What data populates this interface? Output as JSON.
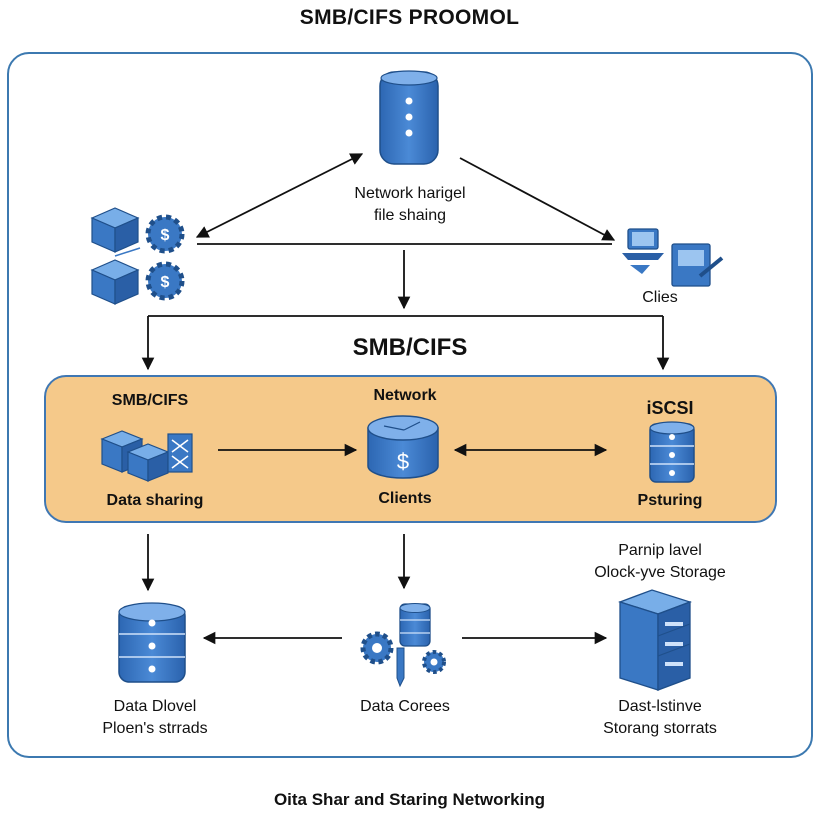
{
  "title": "SMB/CIFS PROOMOL",
  "top_node": {
    "line1": "Network harigel",
    "line2": "file shaing"
  },
  "top_right_label": "Clies",
  "middle_title": "SMB/CIFS",
  "band": {
    "left_heading": "SMB/CIFS",
    "left_caption": "Data sharing",
    "center_heading": "Network",
    "center_caption": "Clients",
    "right_heading": "iSCSI",
    "right_caption": "Psturing"
  },
  "right_note": {
    "line1": "Parnip lavel",
    "line2": "Olock-yve Storage"
  },
  "bottom": {
    "left_line1": "Data Dlovel",
    "left_line2": "Ploen's strrads",
    "center": "Data Corees",
    "right_line1": "Dast-lstinve",
    "right_line2": "Storang storrats"
  },
  "footer": "Oita Shar and Staring Networking",
  "colors": {
    "icon_blue": "#3a78c4",
    "icon_dark": "#1f4f8a",
    "band_fill": "#f5c98a",
    "frame": "#3c79b0"
  },
  "icons": [
    "server-icon",
    "cubes-gear-icon",
    "laptop-client-icon",
    "cubes-network-icon",
    "network-disk-icon",
    "database-icon",
    "gears-database-icon",
    "filing-cabinet-icon"
  ]
}
